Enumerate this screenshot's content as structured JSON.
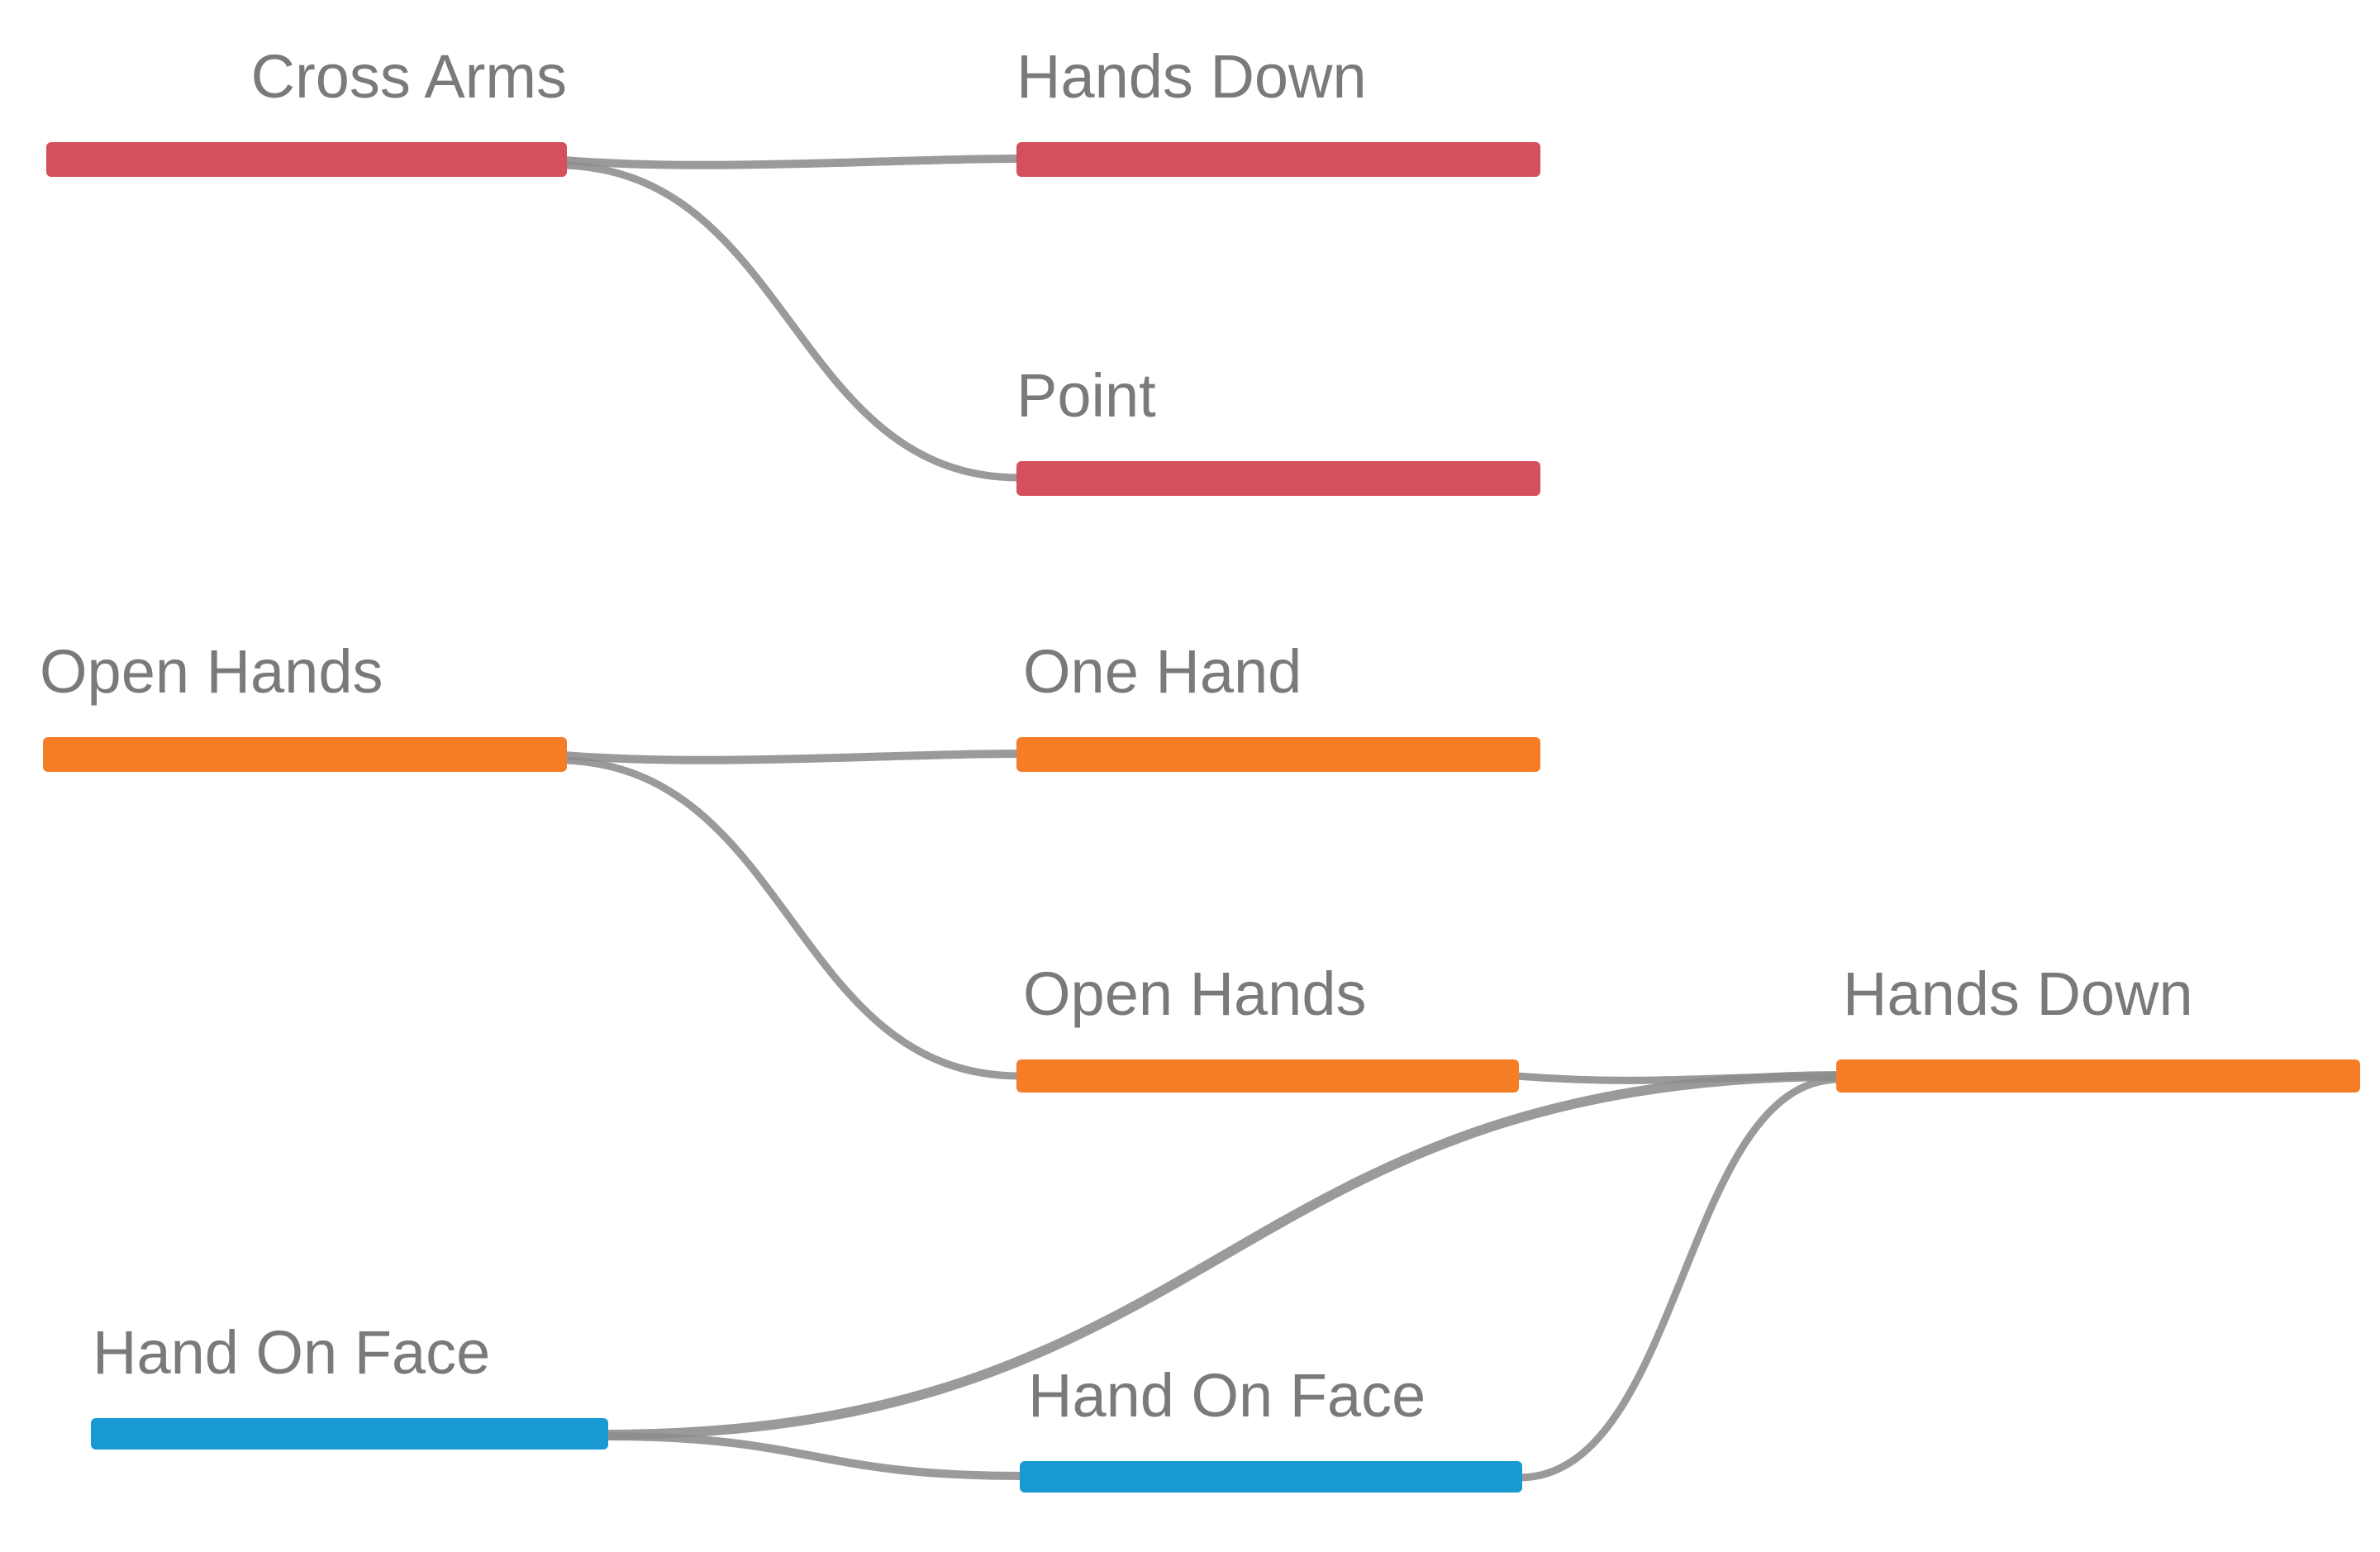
{
  "palette": {
    "red": "#d5505e",
    "orange": "#f57d26",
    "blue": "#1899d2",
    "link": "#8c8c8c",
    "label": "#7a7a7a",
    "background": "#ffffff"
  },
  "diagram": {
    "type": "sankey-flow",
    "nodes": [
      {
        "id": "cross-arms",
        "label": "Cross Arms",
        "group": "red"
      },
      {
        "id": "hands-down-1",
        "label": "Hands Down",
        "group": "red"
      },
      {
        "id": "point",
        "label": "Point",
        "group": "red"
      },
      {
        "id": "open-hands-1",
        "label": "Open Hands",
        "group": "orange"
      },
      {
        "id": "one-hand",
        "label": "One Hand",
        "group": "orange"
      },
      {
        "id": "open-hands-2",
        "label": "Open Hands",
        "group": "orange"
      },
      {
        "id": "hands-down-2",
        "label": "Hands Down",
        "group": "orange"
      },
      {
        "id": "hand-on-face-1",
        "label": "Hand On Face",
        "group": "blue"
      },
      {
        "id": "hand-on-face-2",
        "label": "Hand On Face",
        "group": "blue"
      }
    ],
    "links": [
      {
        "source": "cross-arms",
        "target": "hands-down-1"
      },
      {
        "source": "cross-arms",
        "target": "point"
      },
      {
        "source": "open-hands-1",
        "target": "one-hand"
      },
      {
        "source": "open-hands-1",
        "target": "open-hands-2"
      },
      {
        "source": "open-hands-2",
        "target": "hands-down-2"
      },
      {
        "source": "hand-on-face-1",
        "target": "hands-down-2"
      },
      {
        "source": "hand-on-face-1",
        "target": "hand-on-face-2"
      },
      {
        "source": "hand-on-face-2",
        "target": "hands-down-2"
      }
    ]
  }
}
